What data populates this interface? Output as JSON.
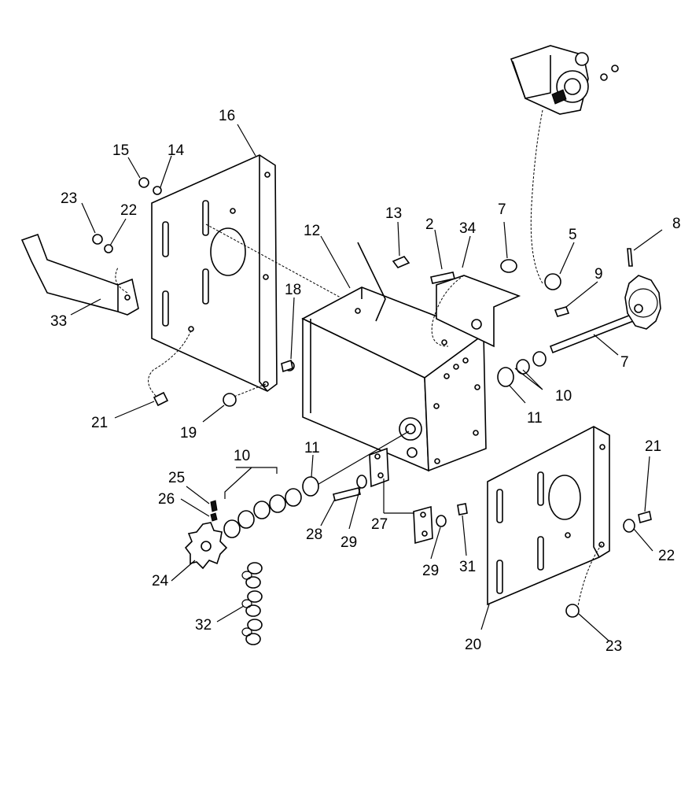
{
  "callouts": [
    {
      "id": "c16a",
      "text": "16"
    },
    {
      "id": "c15",
      "text": "15"
    },
    {
      "id": "c14",
      "text": "14"
    },
    {
      "id": "c23a",
      "text": "23"
    },
    {
      "id": "c22a",
      "text": "22"
    },
    {
      "id": "c33",
      "text": "33"
    },
    {
      "id": "c13",
      "text": "13"
    },
    {
      "id": "c12",
      "text": "12"
    },
    {
      "id": "c2",
      "text": "2"
    },
    {
      "id": "c34",
      "text": "34"
    },
    {
      "id": "c7a",
      "text": "7"
    },
    {
      "id": "c5",
      "text": "5"
    },
    {
      "id": "c8",
      "text": "8"
    },
    {
      "id": "c9",
      "text": "9"
    },
    {
      "id": "c7b",
      "text": "7"
    },
    {
      "id": "c18",
      "text": "18"
    },
    {
      "id": "c10a",
      "text": "10"
    },
    {
      "id": "c11a",
      "text": "11"
    },
    {
      "id": "c21a",
      "text": "21"
    },
    {
      "id": "c19",
      "text": "19"
    },
    {
      "id": "c10b",
      "text": "10"
    },
    {
      "id": "c11b",
      "text": "11"
    },
    {
      "id": "c25",
      "text": "25"
    },
    {
      "id": "c26",
      "text": "26"
    },
    {
      "id": "c24",
      "text": "24"
    },
    {
      "id": "c28",
      "text": "28"
    },
    {
      "id": "c29a",
      "text": "29"
    },
    {
      "id": "c27",
      "text": "27"
    },
    {
      "id": "c29b",
      "text": "29"
    },
    {
      "id": "c31",
      "text": "31"
    },
    {
      "id": "c21b",
      "text": "21"
    },
    {
      "id": "c22b",
      "text": "22"
    },
    {
      "id": "c32",
      "text": "32"
    },
    {
      "id": "c20",
      "text": "20"
    },
    {
      "id": "c23b",
      "text": "23"
    }
  ]
}
